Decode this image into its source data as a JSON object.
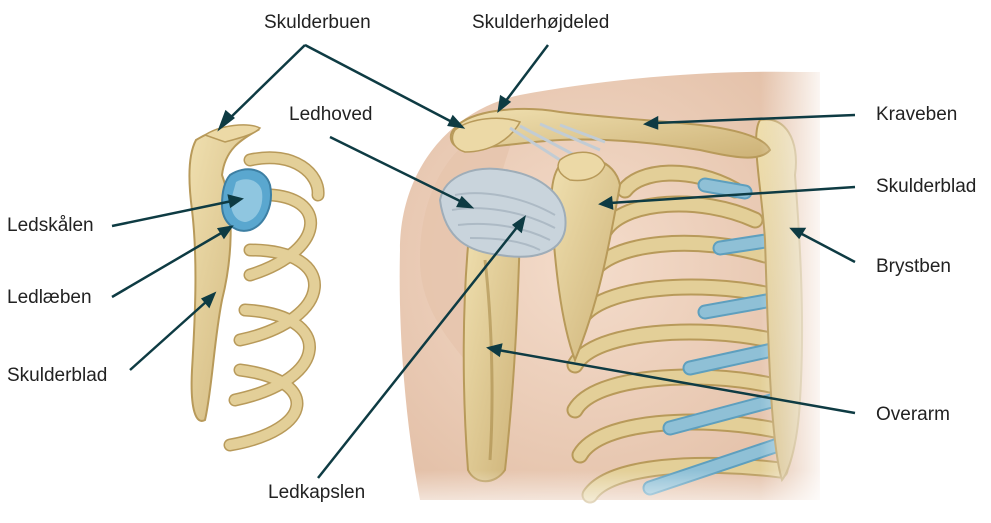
{
  "labels": {
    "skulderbuen": "Skulderbuen",
    "skulderhojdeled": "Skulderhøjdeled",
    "ledhoved": "Ledhoved",
    "kraveben": "Kraveben",
    "skulderblad_right": "Skulderblad",
    "brystben": "Brystben",
    "ledskalen": "Ledskålen",
    "ledlaeben": "Ledlæben",
    "skulderblad_left": "Skulderblad",
    "overarm": "Overarm",
    "ledkapslen": "Ledkapslen"
  },
  "colors": {
    "leader": "#0e3b43",
    "bone": "#e3cf98",
    "bone_edge": "#b89a5a",
    "cartilage": "#8fc0d6",
    "skin": "#edd3c0",
    "ligament": "#c9d4dc",
    "socket": "#5aa7cf"
  }
}
